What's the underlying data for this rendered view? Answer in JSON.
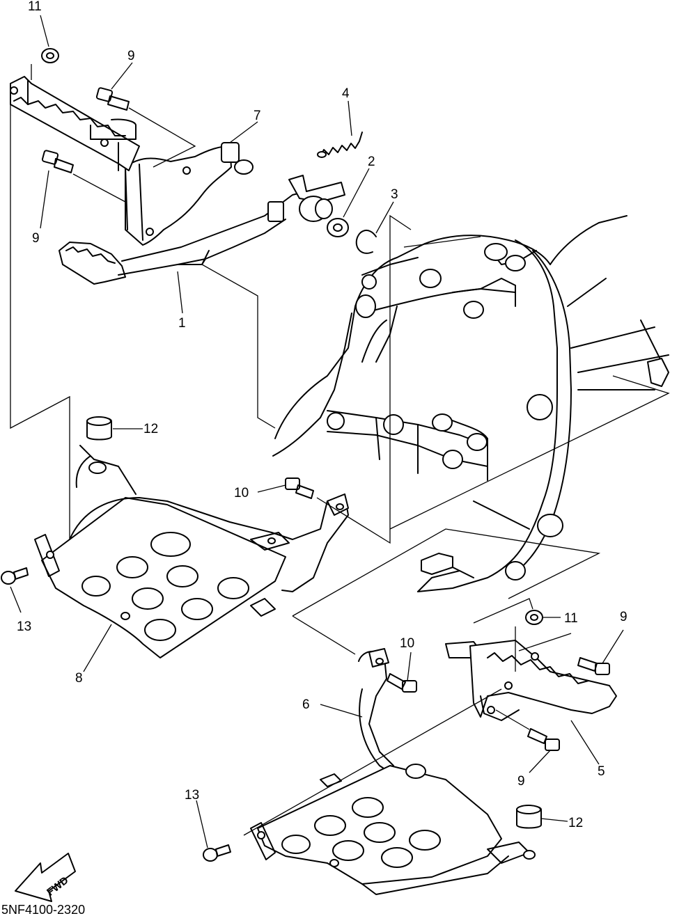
{
  "callouts": {
    "c11a": "11",
    "c9a": "9",
    "c4": "4",
    "c7": "7",
    "c2": "2",
    "c3": "3",
    "c9b": "9",
    "c1": "1",
    "c12a": "12",
    "c10a": "10",
    "c13a": "13",
    "c8": "8",
    "c11b": "11",
    "c9c": "9",
    "c10b": "10",
    "c6": "6",
    "c9d": "9",
    "c5": "5",
    "c13b": "13",
    "c12b": "12"
  },
  "fwd_label": "FWD",
  "drawing_code": "5NF4100-2320"
}
